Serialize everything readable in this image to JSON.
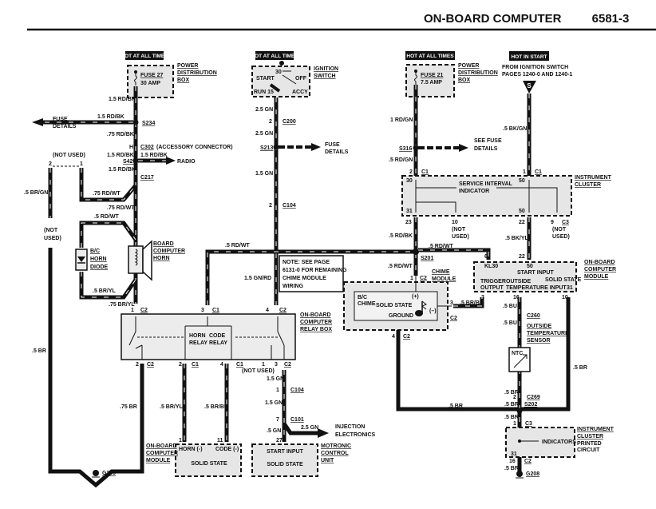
{
  "header": {
    "title": "ON-BOARD COMPUTER",
    "page_number": "6581-3"
  },
  "hot_labels": {
    "fuse27": "HOT AT ALL TIMES",
    "ignition": "HOT AT ALL TIMES",
    "fuse21": "HOT AT ALL TIMES",
    "start": "HOT IN START"
  },
  "power_box_left": {
    "fuse": "FUSE 27",
    "amp": "30 AMP",
    "name": [
      "POWER",
      "DISTRIBUTION",
      "BOX"
    ]
  },
  "power_box_right": {
    "fuse": "FUSE 21",
    "amp": "7.5 AMP",
    "name": [
      "POWER",
      "DISTRIBUTION",
      "BOX"
    ]
  },
  "ignition_switch": {
    "name": [
      "IGNITION",
      "SWITCH"
    ],
    "terminal": "30",
    "positions": [
      "START",
      "OFF",
      "RUN 15",
      "ACCY"
    ]
  },
  "from_ignition": {
    "text": [
      "FROM IGNITION SWITCH",
      "PAGES 1240-0 AND 1240-1"
    ],
    "symbol": "S"
  },
  "left_wires": {
    "w1": "1.5 RD/BK",
    "fuse_branch": "1.5 RD/BK",
    "fuse_details": [
      "FUSE",
      "DETAILS"
    ],
    "s234": "S234",
    "w2": ".75 RD/BK",
    "c302_pin": "H",
    "c302": "C302",
    "c302_desc": "(ACCESSORY CONNECTOR)",
    "w3": "1.5 RD/BK",
    "radio_wire": "1.5 RD/BK",
    "s420": "S420",
    "radio": "RADIO",
    "w4": "1.5 RD/BK",
    "c217": "C217",
    "not_used_top": "(NOT USED)",
    "pin2": "2",
    "pin1": "1",
    "br_gn": ".5 BR/GN",
    "not_used_mid": [
      "(NOT",
      "USED)"
    ],
    "rd_wt_75a": ".75 RD/WT",
    "rd_wt_75b": ".75 RD/WT",
    "rd_wt_5": ".5 RD/WT",
    "diode": [
      "B/C",
      "HORN",
      "DIODE"
    ],
    "horn": [
      "BOARD",
      "COMPUTER",
      "HORN"
    ],
    "br_yl_5": ".5 BR/YL",
    "br_yl_75": ".75 BR/YL",
    "br_5": ".5 BR"
  },
  "center_wires": {
    "gn25a": "2.5 GN",
    "c200_pin": "2",
    "c200": "C200",
    "gn25b": "2.5 GN",
    "s213": "S213",
    "fuse_details": [
      "FUSE",
      "DETAILS"
    ],
    "gn15": "1.5 GN",
    "c104_pin": "2",
    "c104": "C104",
    "rd_wt": ".5 RD/WT",
    "gn_rd": "1.5 GN/RD",
    "note": [
      "NOTE: SEE PAGE",
      "6131-0 FOR REMAINING",
      "CHIME MODULE",
      "WIRING"
    ]
  },
  "relay_box": {
    "name": [
      "ON-BOARD",
      "COMPUTER",
      "RELAY BOX"
    ],
    "horn_relay": [
      "HORN",
      "RELAY"
    ],
    "code_relay": [
      "CODE",
      "RELAY"
    ],
    "top_pins": [
      {
        "pin": "1",
        "conn": "C2"
      },
      {
        "pin": "3",
        "conn": "C1"
      },
      {
        "pin": "4",
        "conn": "C2"
      }
    ],
    "bottom_pins": [
      {
        "pin": "2",
        "conn": "C2"
      },
      {
        "pin": "2",
        "conn": "C1"
      },
      {
        "pin": "4",
        "conn": "C1"
      },
      {
        "pin": "1",
        "conn": "(NOT USED)"
      },
      {
        "pin": "3",
        "conn": "C2"
      }
    ]
  },
  "lower_wires": {
    "br_75": ".75 BR",
    "br_yl": ".5 BR/YL",
    "br_bu": ".5 BR/BU",
    "gn15a": "1.5 GN",
    "c104_pin": "1",
    "c104": "C104",
    "gn15b": "1.5 GN",
    "c101_pin": "7",
    "c101": "C101",
    "gn25": "2.5 GN",
    "gn5": ".5 GN",
    "injection": [
      "INJECTION",
      "ELECTRONICS"
    ],
    "g200": "G200"
  },
  "obc_module_lower": {
    "name": [
      "ON-BOARD",
      "COMPUTER",
      "MODULE"
    ],
    "pin1": "1",
    "pin11": "11",
    "horn": "HORN (-)",
    "code": "CODE (-)",
    "state": "SOLID STATE"
  },
  "motronic": {
    "pin": "27",
    "start_input": "START INPUT",
    "state": "SOLID STATE",
    "name": [
      "MOTRONIC",
      "CONTROL",
      "UNIT"
    ]
  },
  "right_wires": {
    "rd_gn_1": "1 RD/GN",
    "s316": "S316",
    "see_fuse": [
      "SEE FUSE",
      "DETAILS"
    ],
    "rd_gn_5": ".5 RD/GN",
    "bk_gn": ".5 BK/GN",
    "c1_left_pin": "2",
    "c1_right_pin": "1",
    "c1": "C1",
    "rd_bk": ".5 RD/BK",
    "bk_yl": ".5 BK/YL",
    "rd_wt_a": ".5 RD/WT",
    "rd_wt_b": ".5 RD/WT",
    "s201": "S201",
    "pin23": "23",
    "pin22a": "22",
    "pin22b": "22",
    "pin10": "10",
    "pin9": "9",
    "c3": "C3",
    "not_used_a": [
      "(NOT",
      "USED)"
    ],
    "not_used_b": [
      "(NOT",
      "USED)"
    ],
    "pin6": "6",
    "br_bu": ".5 BR/BU",
    "bu_a": ".5 BU",
    "bu_b": ".5 BU",
    "c260": "C260",
    "br_a": ".5 BR",
    "br_b": ".5 BR",
    "c269_pin": "2",
    "c269": "C269",
    "s202": "S202",
    "br_c": ".5 BR",
    "br_long": ".5 BR",
    "br_d": ".5 BR",
    "g208": "G208"
  },
  "instrument_cluster": {
    "name": [
      "INSTRUMENT",
      "CLUSTER"
    ],
    "sii": [
      "SERVICE INTERVAL",
      "INDICATOR"
    ],
    "t30": "30",
    "t50": "50",
    "t31": "31",
    "t50b": "50"
  },
  "chime": {
    "name": [
      "CHIME",
      "MODULE"
    ],
    "pin1": "1",
    "conn": "C2",
    "bc": [
      "B/C",
      "CHIME"
    ],
    "state": "SOLID STATE",
    "plus": "(+)",
    "minus": "(–)",
    "ground": "GROUND",
    "pin3": "3",
    "pin4": "4"
  },
  "obc_module_right": {
    "name": [
      "ON-BOARD",
      "COMPUTER",
      "MODULE"
    ],
    "kl30": "KL30",
    "t50": "50",
    "start_input": "START INPUT",
    "state": "SOLID STATE",
    "trigger": [
      "TRIGGER",
      "OUTPUT"
    ],
    "outside": [
      "OUTSIDE",
      "TEMPERATURE INPUT"
    ],
    "t31": "31",
    "pin2": "2",
    "pin16": "16",
    "pin10": "10"
  },
  "temp_sensor": {
    "name": [
      "OUTSIDE",
      "TEMPERATURE",
      "SENSOR"
    ],
    "ntc": "NTC"
  },
  "cluster_pc": {
    "pin1": "1",
    "c3": "C3",
    "indicators": "INDICATORS",
    "t31": "31",
    "pin16": "16",
    "c2": "C2",
    "name": [
      "INSTRUMENT",
      "CLUSTER"
    ],
    "sub": [
      "PRINTED",
      "CIRCUIT"
    ]
  }
}
